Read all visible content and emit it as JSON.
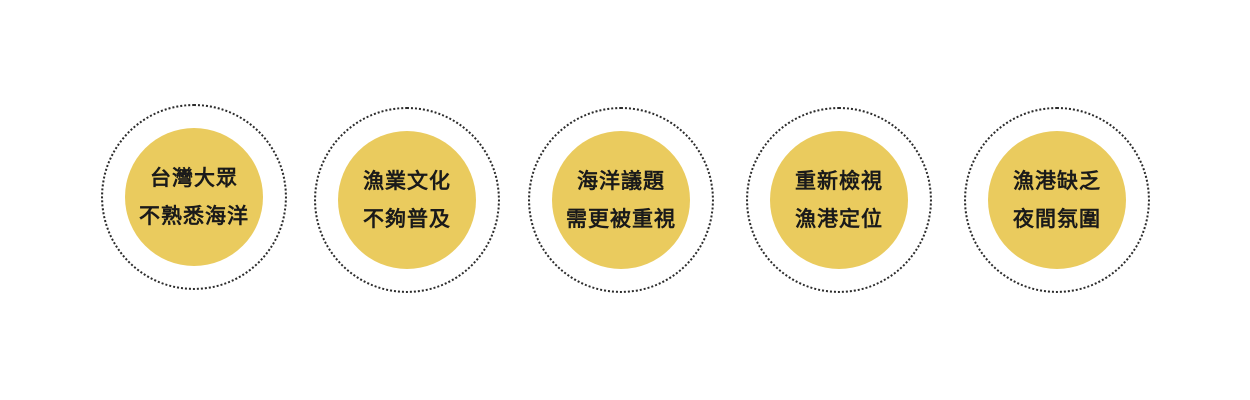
{
  "colors": {
    "disc_fill": "#EACB5E",
    "ring_dots": "#2b2b2b",
    "text": "#1a1a1a",
    "background": "#ffffff"
  },
  "items": [
    {
      "line1": "台灣大眾",
      "line2": "不熟悉海洋"
    },
    {
      "line1": "漁業文化",
      "line2": "不夠普及"
    },
    {
      "line1": "海洋議題",
      "line2": "需更被重視"
    },
    {
      "line1": "重新檢視",
      "line2": "漁港定位"
    },
    {
      "line1": "漁港缺乏",
      "line2": "夜間氛圍"
    }
  ]
}
